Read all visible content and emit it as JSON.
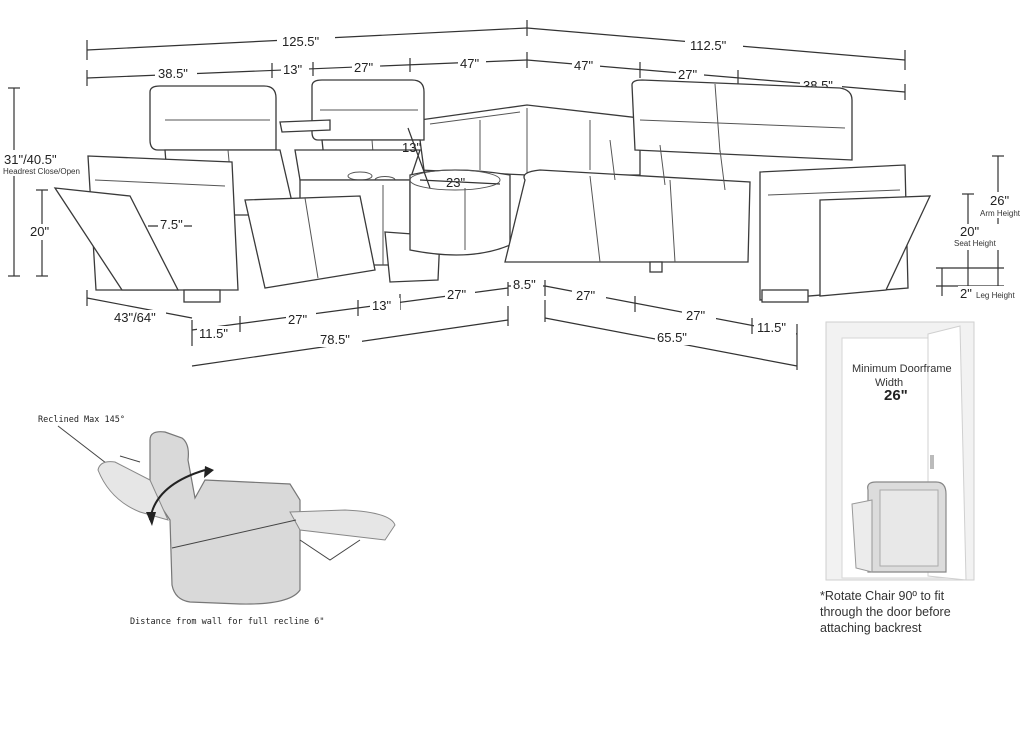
{
  "top_dimensions": {
    "overall_left": "125.5\"",
    "overall_right": "112.5\"",
    "seg_left_arm": "38.5\"",
    "seg_console": "13\"",
    "seg_left_seat": "27\"",
    "seg_left_corner": "47\"",
    "seg_right_corner": "47\"",
    "seg_right_seat": "27\"",
    "seg_right_arm": "38.5\""
  },
  "side_dimensions": {
    "headrest": "31\"/40.5\"",
    "headrest_note": "Headrest Close/Open",
    "left_seat_height": "20\"",
    "arm_height": "26\"",
    "arm_height_note": "Arm Height",
    "seat_height": "20\"",
    "seat_height_note": "Seat Height",
    "leg_height": "2\"",
    "leg_height_note": "Leg Height"
  },
  "inner_dimensions": {
    "arm_width": "7.5\"",
    "console_depth": "13\"",
    "corner_seat": "23\""
  },
  "bottom_dimensions": {
    "depth": "43\"/64\"",
    "left_arm": "11.5\"",
    "left_seat": "27\"",
    "console": "13\"",
    "left_corner": "27\"",
    "corner_gap": "8.5\"",
    "right_corner": "27\"",
    "right_seat": "27\"",
    "right_arm": "11.5\"",
    "left_total": "78.5\"",
    "right_total": "65.5\""
  },
  "recline": {
    "max_label": "Reclined Max 145°",
    "wall_label": "Distance from wall for full recline 6\""
  },
  "door": {
    "title_line1": "Minimum Doorframe",
    "title_line2": "Width",
    "width": "26\"",
    "note_line1": "*Rotate Chair 90º to fit",
    "note_line2": "through the door before",
    "note_line3": "attaching backrest"
  },
  "colors": {
    "line": "#333333",
    "door_bg": "#f2f2f2",
    "chair_fill": "#d9d9d9"
  }
}
